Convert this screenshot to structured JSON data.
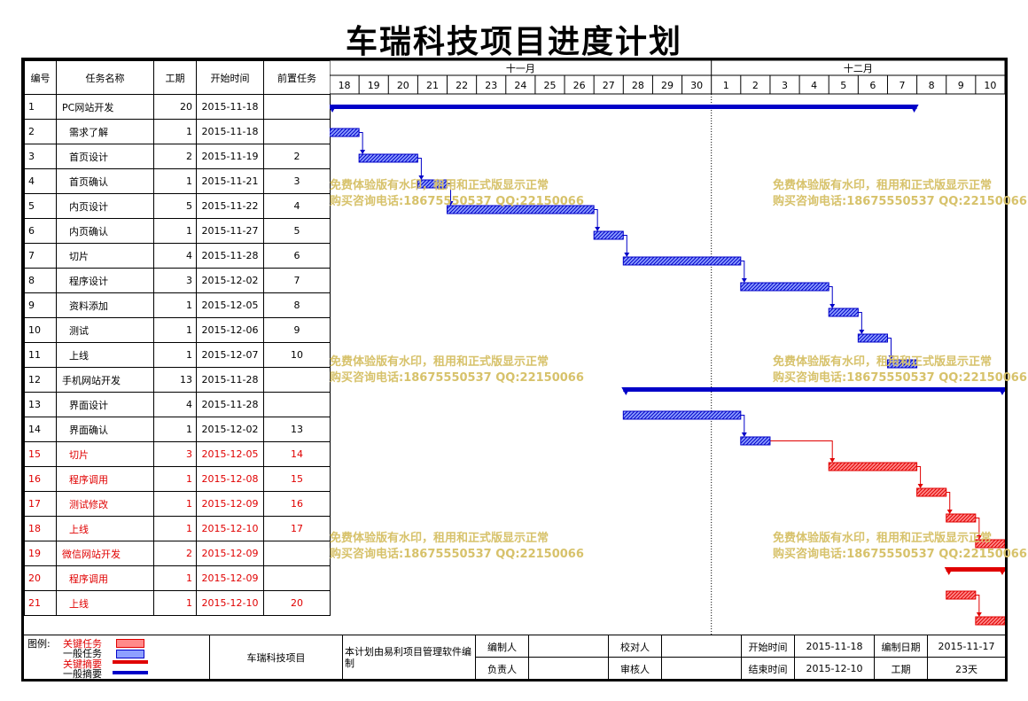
{
  "title": "车瑞科技项目进度计划",
  "headers": {
    "id": "编号",
    "name": "任务名称",
    "duration": "工期",
    "start": "开始时间",
    "pred": "前置任务"
  },
  "months": [
    {
      "label": "十一月",
      "first_day": "18",
      "last_day": "30"
    },
    {
      "label": "十二月",
      "first_day": "1",
      "last_day": "10"
    }
  ],
  "days": [
    "18",
    "19",
    "20",
    "21",
    "22",
    "23",
    "24",
    "25",
    "26",
    "27",
    "28",
    "29",
    "30",
    "1",
    "2",
    "3",
    "4",
    "5",
    "6",
    "7",
    "8",
    "9",
    "10"
  ],
  "tasks": [
    {
      "id": "1",
      "name": "PC网站开发",
      "duration": "20",
      "start": "2015-11-18",
      "pred": "",
      "summary": true,
      "critical": false,
      "s": 0,
      "d": 20
    },
    {
      "id": "2",
      "name": "需求了解",
      "duration": "1",
      "start": "2015-11-18",
      "pred": "",
      "summary": false,
      "critical": false,
      "s": 0,
      "d": 1
    },
    {
      "id": "3",
      "name": "首页设计",
      "duration": "2",
      "start": "2015-11-19",
      "pred": "2",
      "summary": false,
      "critical": false,
      "s": 1,
      "d": 2
    },
    {
      "id": "4",
      "name": "首页确认",
      "duration": "1",
      "start": "2015-11-21",
      "pred": "3",
      "summary": false,
      "critical": false,
      "s": 3,
      "d": 1
    },
    {
      "id": "5",
      "name": "内页设计",
      "duration": "5",
      "start": "2015-11-22",
      "pred": "4",
      "summary": false,
      "critical": false,
      "s": 4,
      "d": 5
    },
    {
      "id": "6",
      "name": "内页确认",
      "duration": "1",
      "start": "2015-11-27",
      "pred": "5",
      "summary": false,
      "critical": false,
      "s": 9,
      "d": 1
    },
    {
      "id": "7",
      "name": "切片",
      "duration": "4",
      "start": "2015-11-28",
      "pred": "6",
      "summary": false,
      "critical": false,
      "s": 10,
      "d": 4
    },
    {
      "id": "8",
      "name": "程序设计",
      "duration": "3",
      "start": "2015-12-02",
      "pred": "7",
      "summary": false,
      "critical": false,
      "s": 14,
      "d": 3
    },
    {
      "id": "9",
      "name": "资料添加",
      "duration": "1",
      "start": "2015-12-05",
      "pred": "8",
      "summary": false,
      "critical": false,
      "s": 17,
      "d": 1
    },
    {
      "id": "10",
      "name": "测试",
      "duration": "1",
      "start": "2015-12-06",
      "pred": "9",
      "summary": false,
      "critical": false,
      "s": 18,
      "d": 1
    },
    {
      "id": "11",
      "name": "上线",
      "duration": "1",
      "start": "2015-12-07",
      "pred": "10",
      "summary": false,
      "critical": false,
      "s": 19,
      "d": 1
    },
    {
      "id": "12",
      "name": "手机网站开发",
      "duration": "13",
      "start": "2015-11-28",
      "pred": "",
      "summary": true,
      "critical": false,
      "s": 10,
      "d": 13
    },
    {
      "id": "13",
      "name": "界面设计",
      "duration": "4",
      "start": "2015-11-28",
      "pred": "",
      "summary": false,
      "critical": false,
      "s": 10,
      "d": 4
    },
    {
      "id": "14",
      "name": "界面确认",
      "duration": "1",
      "start": "2015-12-02",
      "pred": "13",
      "summary": false,
      "critical": false,
      "s": 14,
      "d": 1
    },
    {
      "id": "15",
      "name": "切片",
      "duration": "3",
      "start": "2015-12-05",
      "pred": "14",
      "summary": false,
      "critical": true,
      "s": 17,
      "d": 3
    },
    {
      "id": "16",
      "name": "程序调用",
      "duration": "1",
      "start": "2015-12-08",
      "pred": "15",
      "summary": false,
      "critical": true,
      "s": 20,
      "d": 1
    },
    {
      "id": "17",
      "name": "测试修改",
      "duration": "1",
      "start": "2015-12-09",
      "pred": "16",
      "summary": false,
      "critical": true,
      "s": 21,
      "d": 1
    },
    {
      "id": "18",
      "name": "上线",
      "duration": "1",
      "start": "2015-12-10",
      "pred": "17",
      "summary": false,
      "critical": true,
      "s": 22,
      "d": 1
    },
    {
      "id": "19",
      "name": "微信网站开发",
      "duration": "2",
      "start": "2015-12-09",
      "pred": "",
      "summary": true,
      "critical": true,
      "s": 21,
      "d": 2
    },
    {
      "id": "20",
      "name": "程序调用",
      "duration": "1",
      "start": "2015-12-09",
      "pred": "",
      "summary": false,
      "critical": true,
      "s": 21,
      "d": 1
    },
    {
      "id": "21",
      "name": "上线",
      "duration": "1",
      "start": "2015-12-10",
      "pred": "20",
      "summary": false,
      "critical": true,
      "s": 22,
      "d": 1
    }
  ],
  "watermark": {
    "line1": "免费体验版有水印，租用和正式版显示正常",
    "line2": "购买咨询电话:18675550537 QQ:22150066"
  },
  "footer": {
    "legend_title": "图例:",
    "legend": [
      "关键任务",
      "一般任务",
      "关键摘要",
      "一般摘要"
    ],
    "project": "车瑞科技项目",
    "note": "本计划由易利项目管理软件编制",
    "editor_label": "编制人",
    "reviewer_label": "校对人",
    "owner_label": "负责人",
    "auditor_label": "审核人",
    "start_label": "开始时间",
    "start_value": "2015-11-18",
    "end_label": "结束时间",
    "end_value": "2015-12-10",
    "edit_date_label": "编制日期",
    "edit_date_value": "2015-11-17",
    "duration_label": "工期",
    "duration_value": "23天"
  },
  "colors": {
    "normal": "#0000c8",
    "critical": "#e00000",
    "critical_text": "#e00000",
    "watermark": "#d7c26b"
  }
}
